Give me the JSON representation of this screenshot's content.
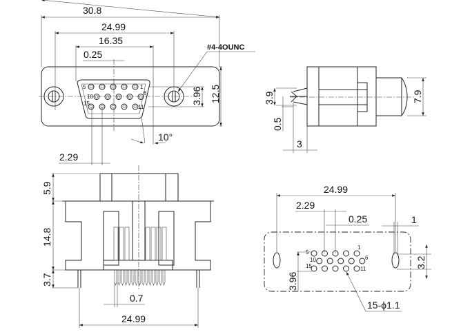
{
  "front_view": {
    "dims": {
      "overall_width": "30.8",
      "hole_spacing": "24.99",
      "shell_width": "16.35",
      "offset": "0.25",
      "row_spacing": "3.96",
      "height": "12.5",
      "angle": "10°",
      "pitch": "2.29"
    },
    "thread_note": "#4-4OUNC",
    "pin_labels": {
      "p5": "5",
      "p1": "1",
      "p10": "10",
      "p6": "6",
      "p15": "15",
      "p11": "11"
    }
  },
  "side_view": {
    "dims": {
      "pin_span": "3.9",
      "pin_width": "0.5",
      "pin_length": "3",
      "shell_height": "7.9"
    }
  },
  "bottom_view": {
    "dims": {
      "cap_height": "5.9",
      "body_height": "14.8",
      "pin_height": "3.7",
      "pin_pitch": "0.7",
      "mount_spacing": "24.99"
    }
  },
  "footprint": {
    "dims": {
      "hole_spacing": "24.99",
      "pitch": "2.29",
      "offset": "0.25",
      "slot_width": "1",
      "slot_length": "3.2",
      "row_spacing": "3.96"
    },
    "hole_note": "15-ϕ1.1",
    "pin_labels": {
      "p5": "5",
      "p1": "1",
      "p10": "10",
      "p6": "6",
      "p15": "15",
      "p11": "11"
    }
  }
}
